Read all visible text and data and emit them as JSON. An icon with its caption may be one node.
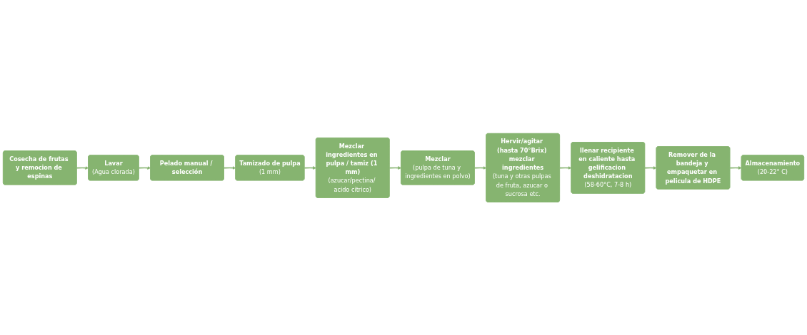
{
  "diagram": {
    "nodes": [
      {
        "text": [
          "Cosecha de frutas y remocion de espinas"
        ]
      },
      {
        "text": [
          "Lavar",
          "(Agua clorada)"
        ]
      },
      {
        "text": [
          "Pelado manual / selección"
        ]
      },
      {
        "text": [
          "Tamizado de pulpa",
          "(1 mm)"
        ]
      },
      {
        "text": [
          "Mezclar ingredientes en pulpa / tamiz (1 mm)",
          "(azucar/pectina/ acido citrico)"
        ]
      },
      {
        "text": [
          "Mezclar",
          "(pulpa de tuna y ingredientes en polvo)"
        ]
      },
      {
        "text": [
          "Hervir/agitar (hasta 70°Brix) mezclar ingredientes",
          "(tuna y otras pulpas de fruta, azucar o sucrosa etc."
        ]
      },
      {
        "text": [
          "llenar recipiente en caliente hasta gelificacion deshidratacion",
          "(58-60°C, 7-8 h)"
        ]
      },
      {
        "text": [
          "Remover de la bandeja y empaquetar en pelicula de HDPE"
        ]
      },
      {
        "text": [
          "Almacenamiento",
          "(20-22° C)"
        ]
      }
    ],
    "edges": [
      {
        "from": 0,
        "to": 1,
        "arrow": "to"
      },
      {
        "from": 1,
        "to": 2,
        "arrow": "to"
      },
      {
        "from": 2,
        "to": 3,
        "arrow": "to"
      },
      {
        "from": 3,
        "to": 4,
        "arrow": "to"
      },
      {
        "from": 4,
        "to": 5,
        "arrow": "to"
      },
      {
        "from": 5,
        "to": 6,
        "arrow": "to"
      },
      {
        "from": 6,
        "to": 7,
        "arrow": "to"
      },
      {
        "from": 7,
        "to": 8,
        "arrow": "to"
      },
      {
        "from": 8,
        "to": 9,
        "arrow": "to"
      }
    ]
  }
}
